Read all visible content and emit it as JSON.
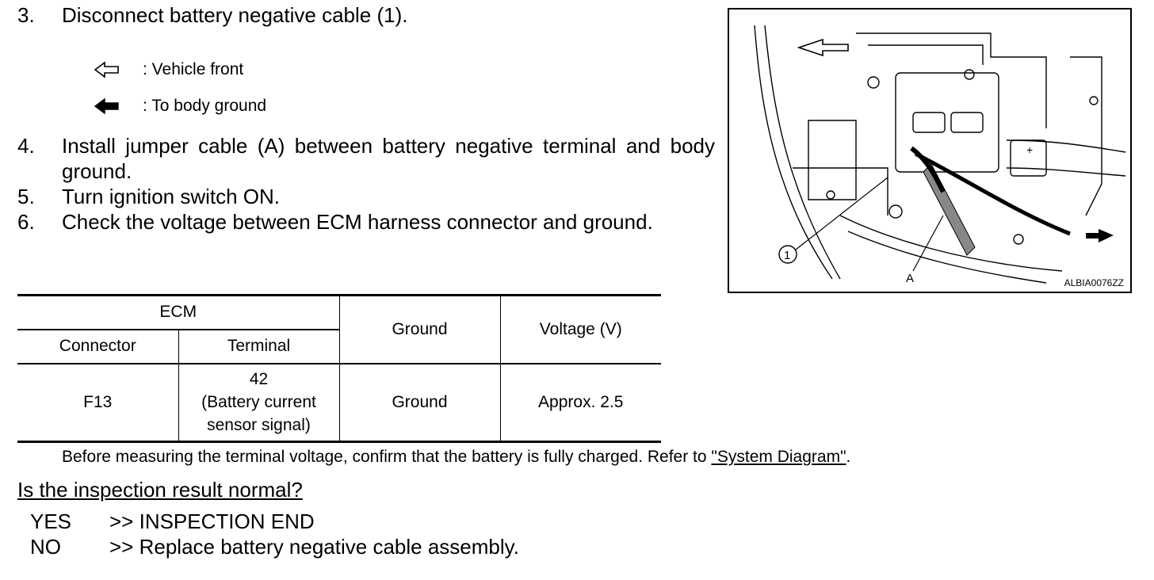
{
  "steps": [
    {
      "num": "3.",
      "text": "Disconnect battery negative cable (1)."
    },
    {
      "num": "4.",
      "text": "Install jumper cable (A) between battery negative terminal and body ground."
    },
    {
      "num": "5.",
      "text": "Turn ignition switch ON."
    },
    {
      "num": "6.",
      "text": "Check the voltage between ECM harness connector and ground."
    }
  ],
  "legend": [
    {
      "icon": "outline-arrow-left-icon",
      "label": ": Vehicle front"
    },
    {
      "icon": "solid-arrow-left-icon",
      "label": ": To body ground"
    }
  ],
  "figure": {
    "code": "ALBIA0076ZZ",
    "callouts": {
      "one": "1",
      "a": "A"
    },
    "symbols": {
      "plus": "+"
    }
  },
  "table": {
    "header": {
      "ecm": "ECM",
      "connector": "Connector",
      "terminal": "Terminal",
      "ground": "Ground",
      "voltage": "Voltage (V)"
    },
    "rows": [
      {
        "connector": "F13",
        "terminal_number": "42",
        "terminal_line1": "(Battery current",
        "terminal_line2": "sensor signal)",
        "ground": "Ground",
        "voltage": "Approx. 2.5"
      }
    ]
  },
  "note": {
    "text": "Before measuring the terminal voltage, confirm that the battery is fully charged. Refer to ",
    "link": "\"System Diagram\"",
    "tail": "."
  },
  "question": "Is the inspection result normal?",
  "answers": [
    {
      "label": "YES",
      "text": ">> INSPECTION END"
    },
    {
      "label": "NO",
      "text": ">> Replace battery negative cable assembly."
    }
  ]
}
